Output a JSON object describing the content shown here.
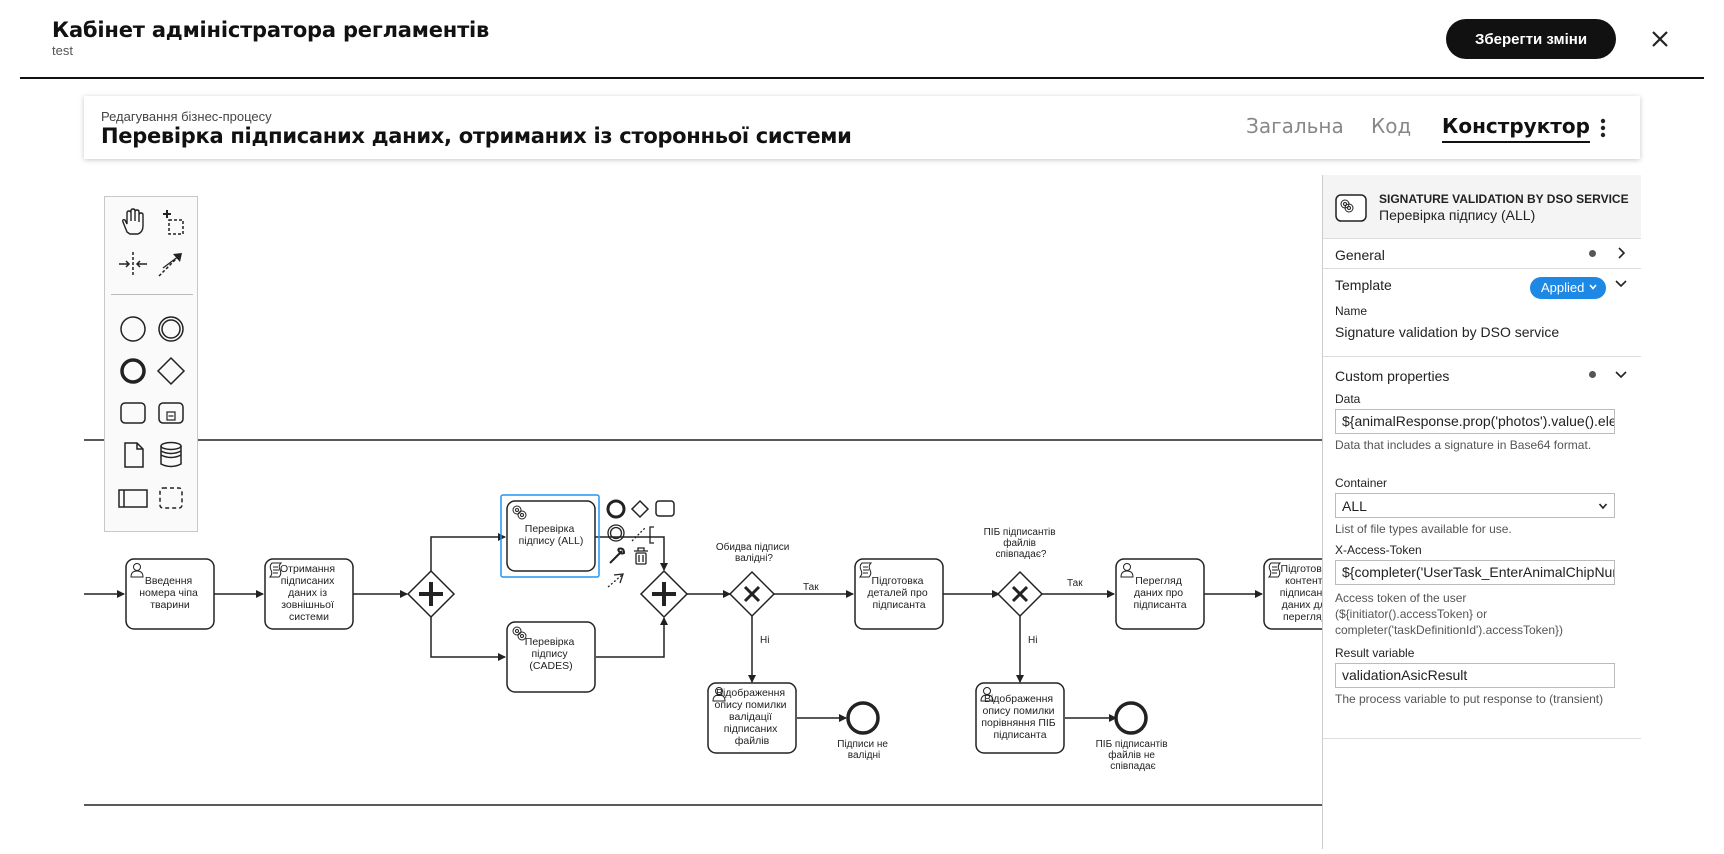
{
  "header": {
    "title": "Кабінет адміністратора регламентів",
    "subtitle": "test",
    "save_label": "Зберегти зміни"
  },
  "process": {
    "label": "Редагування бізнес-процесу",
    "title": "Перевірка підписаних даних, отриманих із сторонньої системи",
    "tabs": [
      {
        "label": "Загальна",
        "active": false
      },
      {
        "label": "Код",
        "active": false
      },
      {
        "label": "Конструктор",
        "active": true
      }
    ]
  },
  "palette": {
    "tools": [
      "hand-tool-icon",
      "lasso-tool-icon",
      "space-tool-icon",
      "global-connect-icon"
    ],
    "elements": [
      "start-event-icon",
      "intermediate-event-icon",
      "end-event-icon",
      "gateway-icon",
      "task-icon",
      "subprocess-icon",
      "data-object-icon",
      "data-store-icon",
      "pool-icon",
      "group-icon"
    ]
  },
  "diagram": {
    "tasks": {
      "t1": [
        "Введення",
        "номера чіпа",
        "тварини"
      ],
      "t2": [
        "Отримання",
        "підписаних",
        "даних із",
        "зовнішньої",
        "системи"
      ],
      "t3": [
        "Перевірка",
        "підпису (ALL)"
      ],
      "t4": [
        "Перевірка",
        "підпису",
        "(CADES)"
      ],
      "t5": [
        "Підготовка",
        "деталей про",
        "підписанта"
      ],
      "t6": [
        "Перегляд",
        "даних про",
        "підписанта"
      ],
      "t7": [
        "Підготовка",
        "контенту",
        "підписаних",
        "даних для",
        "перегляду"
      ],
      "t8": [
        "Відображення",
        "опису помилки",
        "валідації",
        "підписаних",
        "файлів"
      ],
      "t9": [
        "Відображення",
        "опису помилки",
        "порівняння ПІБ",
        "підписанта"
      ]
    },
    "gateways": {
      "g1": [
        "Обидва підписи",
        "валідні?"
      ],
      "g2": [
        "ПІБ підписантів",
        "файлів",
        "співпадає?"
      ]
    },
    "flows": {
      "yes": "Так",
      "no": "Ні"
    },
    "end_events": {
      "e1": [
        "Підписи не",
        "валідні"
      ],
      "e2": [
        "ПІБ підписантів",
        "файлів не",
        "співпадає"
      ]
    }
  },
  "properties": {
    "element_type": "SIGNATURE VALIDATION BY DSO SERVICE",
    "element_name": "Перевірка підпису (ALL)",
    "groups": {
      "general": "General",
      "template": "Template",
      "custom": "Custom properties"
    },
    "applied_label": "Applied",
    "template_name_label": "Name",
    "template_name_value": "Signature validation by DSO service",
    "fields": {
      "data_label": "Data",
      "data_value": "${animalResponse.prop('photos').value().elements()}",
      "data_hint": "Data that includes a signature in Base64 format.",
      "container_label": "Container",
      "container_value": "ALL",
      "container_hint": "List of file types available for use.",
      "token_label": "X-Access-Token",
      "token_value": "${completer('UserTask_EnterAnimalChipNumber').accessToken}",
      "token_hint": "Access token of the user (${initiator().accessToken} or completer('taskDefinitionId').accessToken})",
      "result_label": "Result variable",
      "result_value": "validationAsicResult",
      "result_hint": "The process variable to put response to (transient)"
    }
  }
}
